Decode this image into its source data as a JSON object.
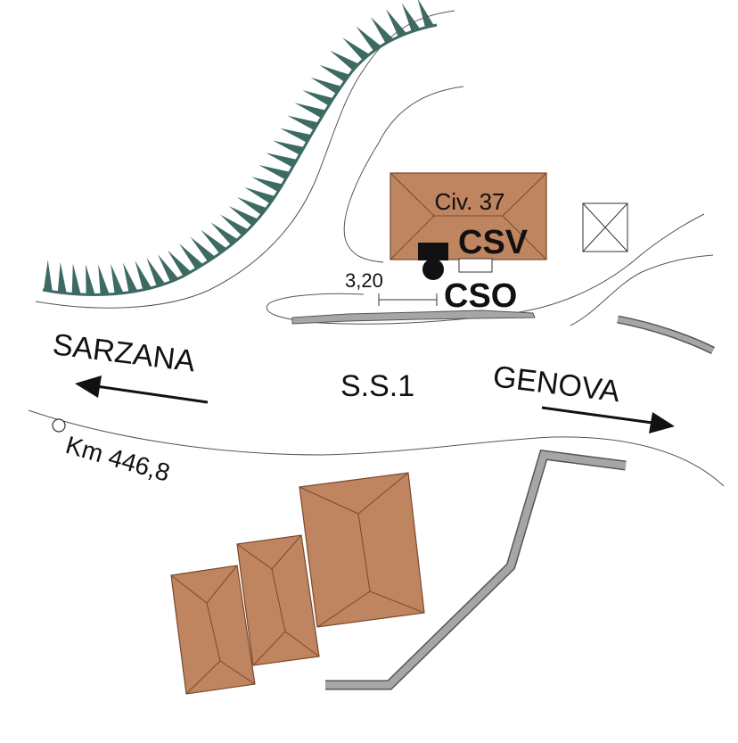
{
  "labels": {
    "house_number": "Civ. 37",
    "csv": "CSV",
    "cso": "CSO",
    "distance": "3,20",
    "west_direction": "SARZANA",
    "east_direction": "GENOVA",
    "road": "S.S.1",
    "km_marker": "Km 446,8"
  },
  "colors": {
    "roof": "#bf8460",
    "roof_outline": "#7a4a2c",
    "vegetation": "#3d6b63",
    "wall": "#a6a6a6",
    "road_line": "#555555",
    "ink": "#111111"
  }
}
